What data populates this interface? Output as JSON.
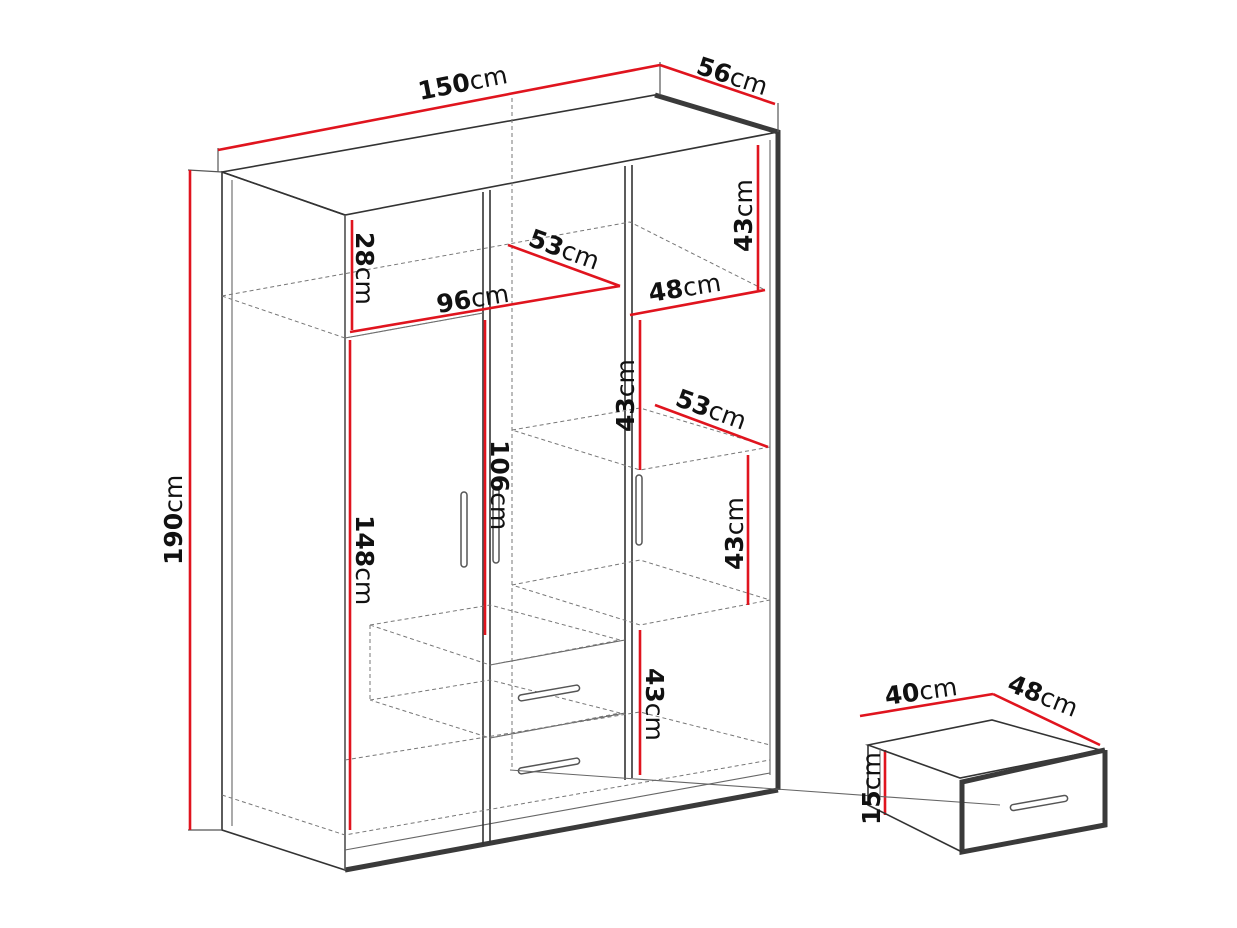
{
  "accent_color": "#e0141e",
  "wardrobe": {
    "width": {
      "value": "150",
      "unit": "cm"
    },
    "depth": {
      "value": "56",
      "unit": "cm"
    },
    "height": {
      "value": "190",
      "unit": "cm"
    },
    "top_compartment_height": {
      "value": "28",
      "unit": "cm"
    },
    "top_compartment_width": {
      "value": "96",
      "unit": "cm"
    },
    "top_shelf_depth": {
      "value": "53",
      "unit": "cm"
    },
    "right_top_height": {
      "value": "43",
      "unit": "cm"
    },
    "right_width": {
      "value": "48",
      "unit": "cm"
    },
    "right_mid_height": {
      "value": "43",
      "unit": "cm"
    },
    "right_shelf_depth": {
      "value": "53",
      "unit": "cm"
    },
    "right_lower_height": {
      "value": "43",
      "unit": "cm"
    },
    "center_hanging_height": {
      "value": "106",
      "unit": "cm"
    },
    "left_hanging_height": {
      "value": "148",
      "unit": "cm"
    },
    "right_bottom_height": {
      "value": "43",
      "unit": "cm"
    }
  },
  "drawer": {
    "width": {
      "value": "40",
      "unit": "cm"
    },
    "depth": {
      "value": "48",
      "unit": "cm"
    },
    "height": {
      "value": "15",
      "unit": "cm"
    }
  }
}
